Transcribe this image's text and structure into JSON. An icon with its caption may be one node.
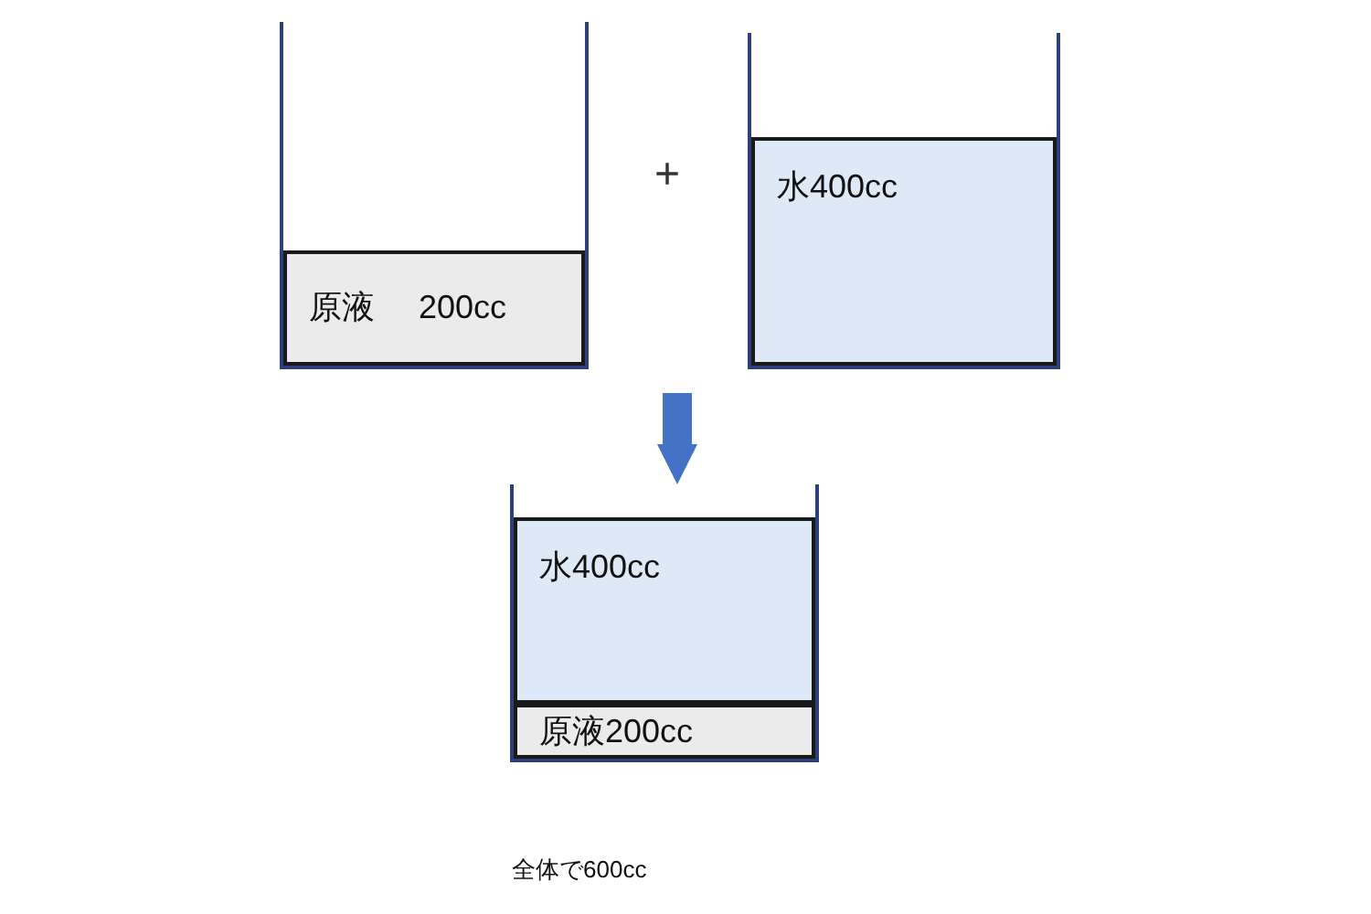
{
  "diagram": {
    "caption": "全体で600cc",
    "nodes": [
      {
        "text": [],
        "shape": "box"
      },
      {
        "text": [
          "原液",
          "200cc"
        ],
        "in": 0
      },
      {
        "text": [],
        "shape": "box"
      },
      {
        "text": [
          "水400cc"
        ],
        "in": 2
      },
      {
        "text": [],
        "shape": "box"
      },
      {
        "text": [
          "水400cc"
        ],
        "in": 4
      },
      {
        "text": [
          "原液200cc"
        ],
        "in": 4
      }
    ],
    "edges": [
      {
        "from": null,
        "to": 4,
        "arrow": "to",
        "color": "#4472c4"
      }
    ],
    "labels": [
      "+"
    ]
  }
}
